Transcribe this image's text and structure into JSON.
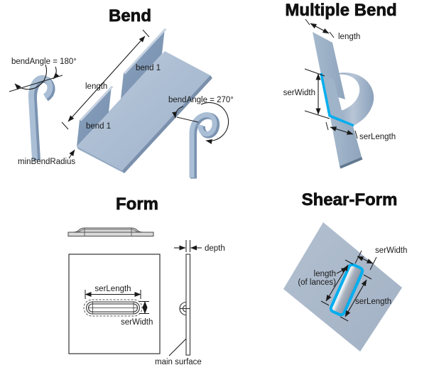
{
  "colors": {
    "accent": "#00aeef",
    "metal_light": "#aabfd5",
    "metal_dark": "#8099b7",
    "ink": "#1a1a1a"
  },
  "bend": {
    "title": "Bend",
    "bend_angle_180": "bendAngle = 180°",
    "bend_angle_270": "bendAngle = 270°",
    "length": "length",
    "bend1_upper": "bend 1",
    "bend1_lower": "bend 1",
    "min_bend_radius": "minBendRadius"
  },
  "multiple_bend": {
    "title": "Multiple Bend",
    "length": "length",
    "ser_width": "serWidth",
    "ser_length": "serLength"
  },
  "form": {
    "title": "Form",
    "ser_length": "serLength",
    "ser_width": "serWidth",
    "depth": "depth",
    "main_surface": "main surface"
  },
  "shear_form": {
    "title": "Shear-Form",
    "ser_width": "serWidth",
    "length_line1": "length",
    "length_line2": "(of lances)",
    "ser_length": "serLength"
  }
}
